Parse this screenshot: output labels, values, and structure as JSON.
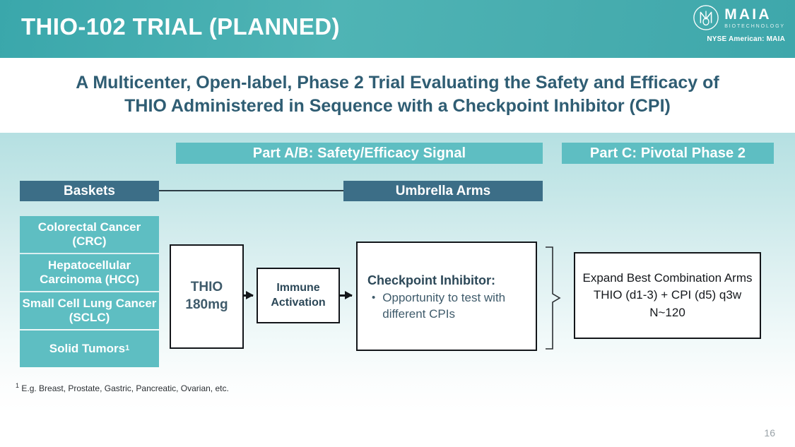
{
  "header": {
    "title": "THIO-102 TRIAL (PLANNED)",
    "logo_name": "MAIA",
    "logo_sub": "BIOTECHNOLOGY",
    "ticker": "NYSE American: MAIA",
    "logo_icon": "maia-monogram-icon"
  },
  "subtitle": {
    "line1": "A Multicenter, Open-label, Phase 2 Trial Evaluating the Safety and Efficacy of",
    "line2": "THIO Administered in Sequence with a Checkpoint Inhibitor (CPI)"
  },
  "parts": {
    "part_ab": "Part A/B: Safety/Efficacy Signal",
    "part_c": "Part C: Pivotal Phase 2"
  },
  "columns": {
    "baskets_header": "Baskets",
    "umbrella_header": "Umbrella Arms"
  },
  "baskets": [
    "Colorectal Cancer (CRC)",
    "Hepatocellular Carcinoma (HCC)",
    "Small Cell Lung Cancer (SCLC)",
    "Solid Tumors"
  ],
  "baskets_superscript": "1",
  "flow": {
    "thio": "THIO 180mg",
    "immune": "Immune Activation",
    "cpi_title": "Checkpoint Inhibitor:",
    "cpi_bullet": "•",
    "cpi_item": "Opportunity to test with different CPIs",
    "expand": "Expand Best Combination Arms THIO (d1-3) + CPI (d5) q3w N~120"
  },
  "footnote": {
    "marker": "1",
    "text": " E.g. Breast, Prostate, Gastric, Pancreatic, Ovarian, etc."
  },
  "page_number": "16",
  "colors": {
    "header_teal": "#45adb0",
    "body_teal": "#b5e0e2",
    "bar_teal": "#5ebec2",
    "dark_slate": "#3c6e87",
    "subtitle_blue": "#2f5d73",
    "box_border": "#13161a"
  }
}
